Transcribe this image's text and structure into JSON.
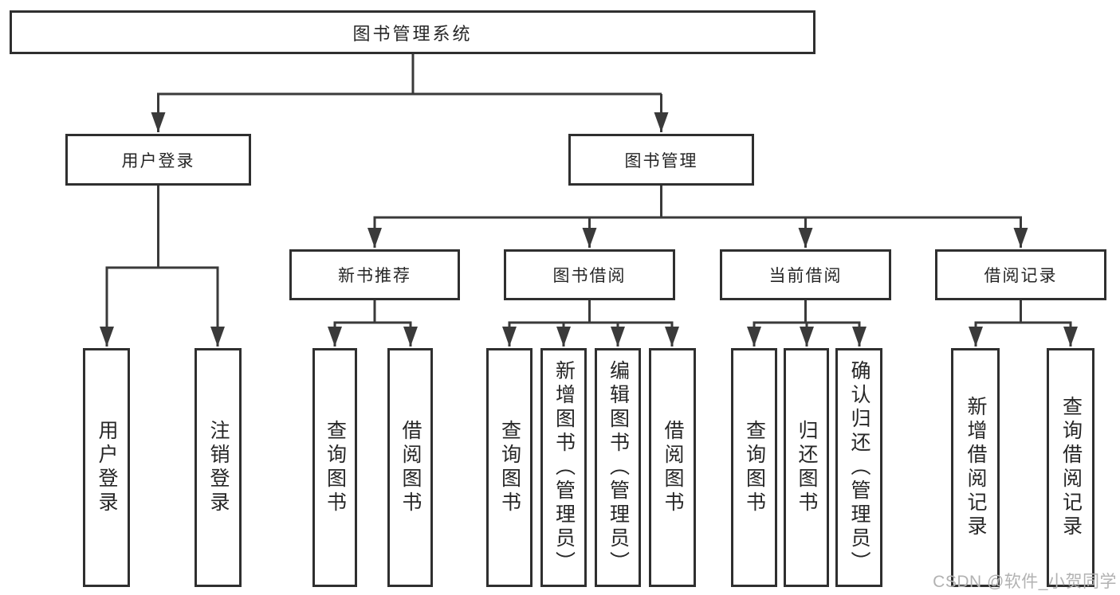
{
  "tree": {
    "root": "图书管理系统",
    "login": {
      "label": "用户登录",
      "children": [
        "用户登录",
        "注销登录"
      ]
    },
    "management": {
      "label": "图书管理",
      "sections": [
        {
          "label": "新书推荐",
          "children": [
            "查询图书",
            "借阅图书"
          ]
        },
        {
          "label": "图书借阅",
          "children": [
            "查询图书",
            "新增图书（管理员）",
            "编辑图书（管理员）",
            "借阅图书"
          ]
        },
        {
          "label": "当前借阅",
          "children": [
            "查询图书",
            "归还图书",
            "确认归还（管理员）"
          ]
        },
        {
          "label": "借阅记录",
          "children": [
            "新增借阅记录",
            "查询借阅记录"
          ]
        }
      ]
    }
  },
  "watermark": {
    "text": "CSDN @软件_小贺同学"
  },
  "colors": {
    "line": "#3a3a3a",
    "border": "#2f2f2f",
    "text": "#262626",
    "watermark": "#b2b2b2",
    "bg": "#ffffff"
  }
}
